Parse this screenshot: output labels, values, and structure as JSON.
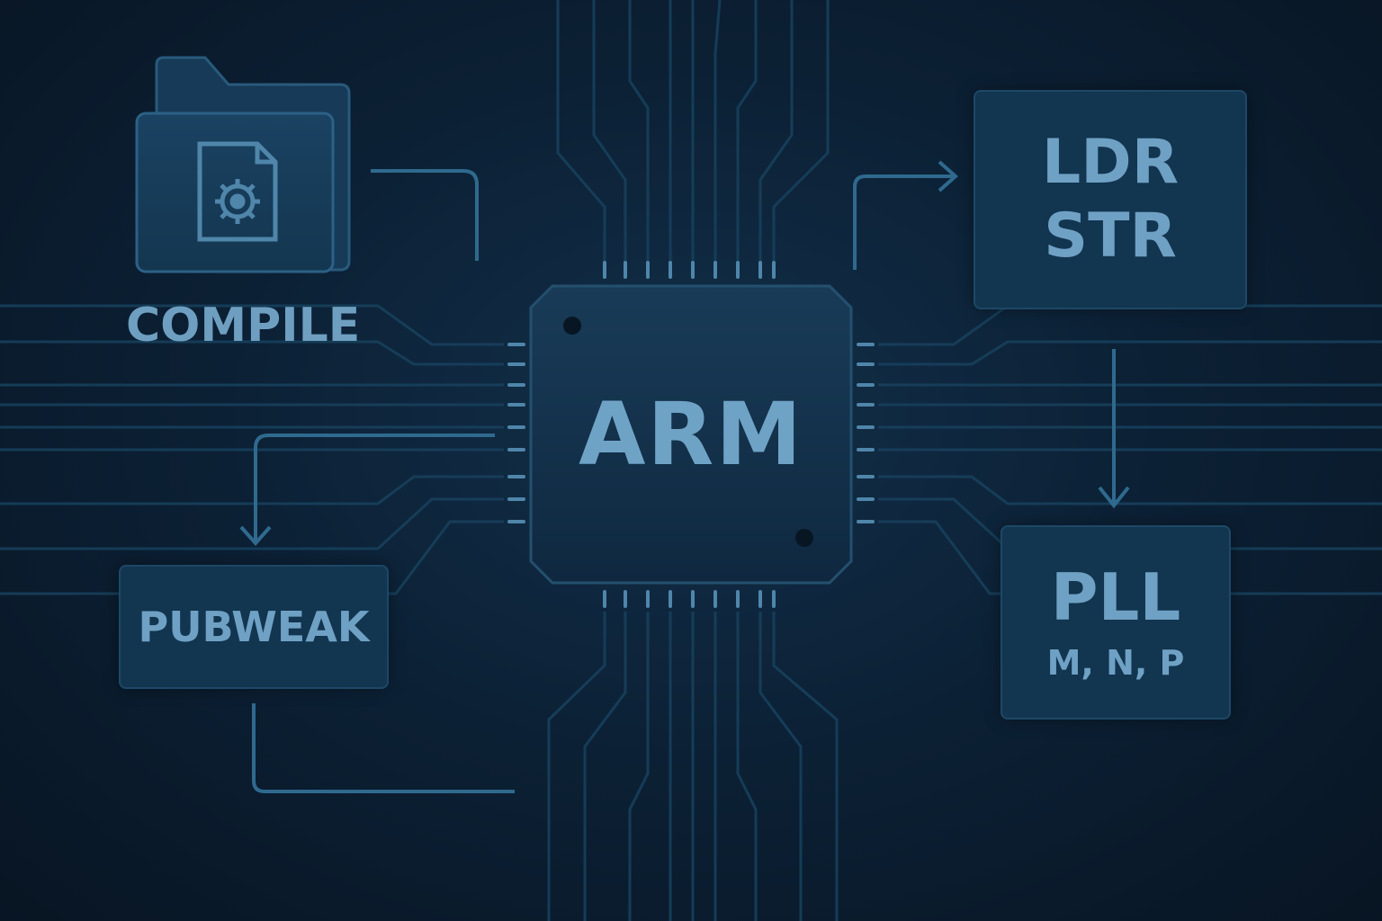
{
  "folder": {
    "label": "COMPILE",
    "icon": "gear-file-icon"
  },
  "chip": {
    "label": "ARM",
    "icon": "chip-icon"
  },
  "pubweak": {
    "label": "PUBWEAK"
  },
  "ldrstr": {
    "line1": "LDR",
    "line2": "STR"
  },
  "pll": {
    "title": "PLL",
    "params": "M, N, P"
  },
  "colors": {
    "background": "#0b1a2c",
    "accent": "#6f9fc0",
    "box_fill": "#123550",
    "trace": "#1c4563"
  }
}
